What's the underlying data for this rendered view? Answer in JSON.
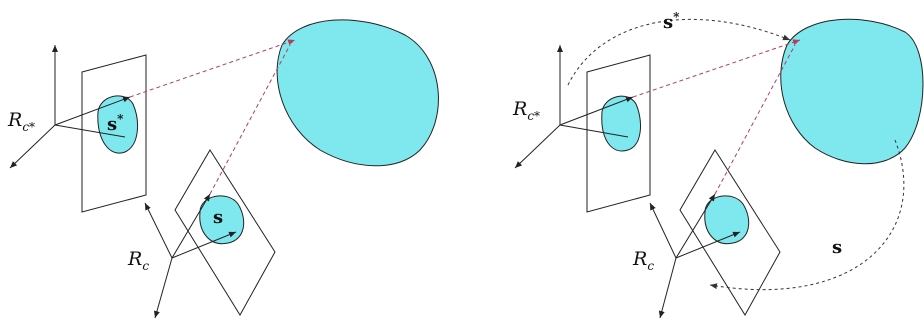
{
  "left_panel": {
    "reference_frame_desired": {
      "base": "R",
      "sub": "c*"
    },
    "reference_frame_current": {
      "base": "R",
      "sub": "c"
    },
    "feature_desired": {
      "base": "s",
      "sup": "*"
    },
    "feature_current": {
      "base": "s"
    }
  },
  "right_panel": {
    "reference_frame_desired": {
      "base": "R",
      "sub": "c*"
    },
    "reference_frame_current": {
      "base": "R",
      "sub": "c"
    },
    "feature_desired": {
      "base": "s",
      "sup": "*"
    },
    "feature_current": {
      "base": "s"
    }
  },
  "colors": {
    "object_fill": "#7ee8ee",
    "stroke": "#222222",
    "projection_dash": "#b04060",
    "transform_dash": "#333333"
  }
}
